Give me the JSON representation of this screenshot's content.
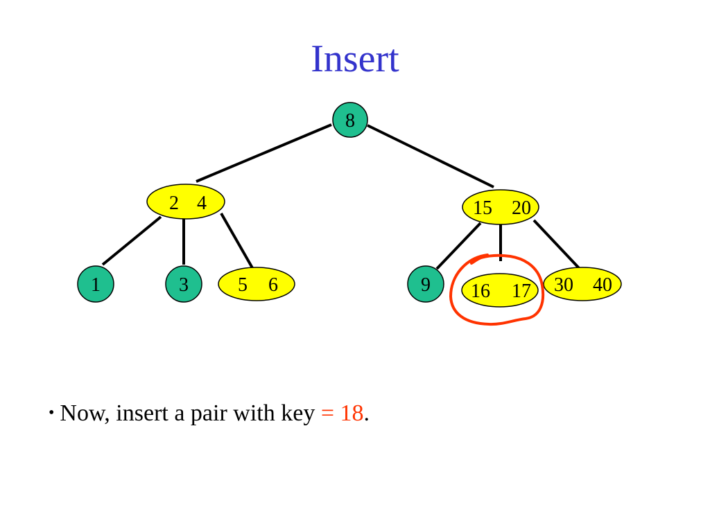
{
  "title": "Insert",
  "tree": {
    "root": {
      "label": "8"
    },
    "left": {
      "keys": [
        "2",
        "4"
      ],
      "children": [
        {
          "label": "1"
        },
        {
          "label": "3"
        },
        {
          "keys": [
            "5",
            "6"
          ]
        }
      ]
    },
    "right": {
      "keys": [
        "15",
        "20"
      ],
      "children": [
        {
          "label": "9"
        },
        {
          "keys": [
            "16",
            "17"
          ]
        },
        {
          "keys": [
            "30",
            "40"
          ]
        }
      ]
    }
  },
  "bullet": {
    "symbol": "•",
    "text": "Now, insert a pair with key ",
    "eq": "=",
    "key": "18",
    "end": "."
  },
  "colors": {
    "title": "#3333cc",
    "green_node": "#1fbf8f",
    "yellow_node": "#ffff00",
    "highlight_circle": "#ff3300",
    "highlight_text": "#ff3300"
  }
}
